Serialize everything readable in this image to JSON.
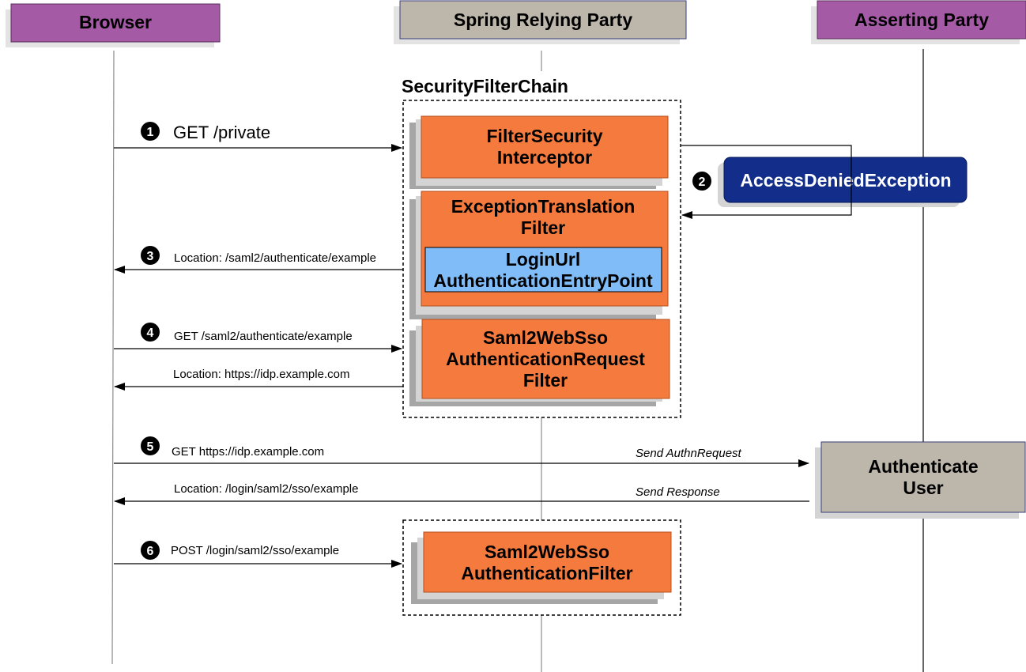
{
  "participants": {
    "browser": "Browser",
    "relying_party": "Spring Relying Party",
    "asserting_party": "Asserting Party"
  },
  "chain_title": "SecurityFilterChain",
  "filters": {
    "filter_security_interceptor": [
      "FilterSecurity",
      "Interceptor"
    ],
    "exception_translation_filter": [
      "ExceptionTranslation",
      "Filter"
    ],
    "login_url_entry_point": [
      "LoginUrl",
      "AuthenticationEntryPoint"
    ],
    "saml2_request_filter": [
      "Saml2WebSso",
      "AuthenticationRequest",
      "Filter"
    ],
    "saml2_authentication_filter": [
      "Saml2WebSso",
      "AuthenticationFilter"
    ]
  },
  "exception_label": "AccessDeniedException",
  "authenticate_user": [
    "Authenticate",
    "User"
  ],
  "steps": {
    "s1": "1",
    "s2": "2",
    "s3": "3",
    "s4": "4",
    "s5": "5",
    "s6": "6"
  },
  "messages": {
    "get_private": "GET /private",
    "location_authenticate": "Location: /saml2/authenticate/example",
    "get_authenticate": "GET /saml2/authenticate/example",
    "location_idp": "Location: https://idp.example.com",
    "get_idp": "GET https://idp.example.com",
    "send_authn_request": "Send AuthnRequest",
    "location_sso": "Location: /login/saml2/sso/example",
    "send_response": "Send Response",
    "post_sso": "POST /login/saml2/sso/example"
  },
  "colors": {
    "participant_purple": "#a55aa6",
    "participant_gray": "#bcb6ab",
    "filter_orange": "#f47a3d",
    "entry_point_blue": "#80bcf8",
    "exception_navy": "#122e8a",
    "shadow_gray": "#a6a6a6"
  }
}
